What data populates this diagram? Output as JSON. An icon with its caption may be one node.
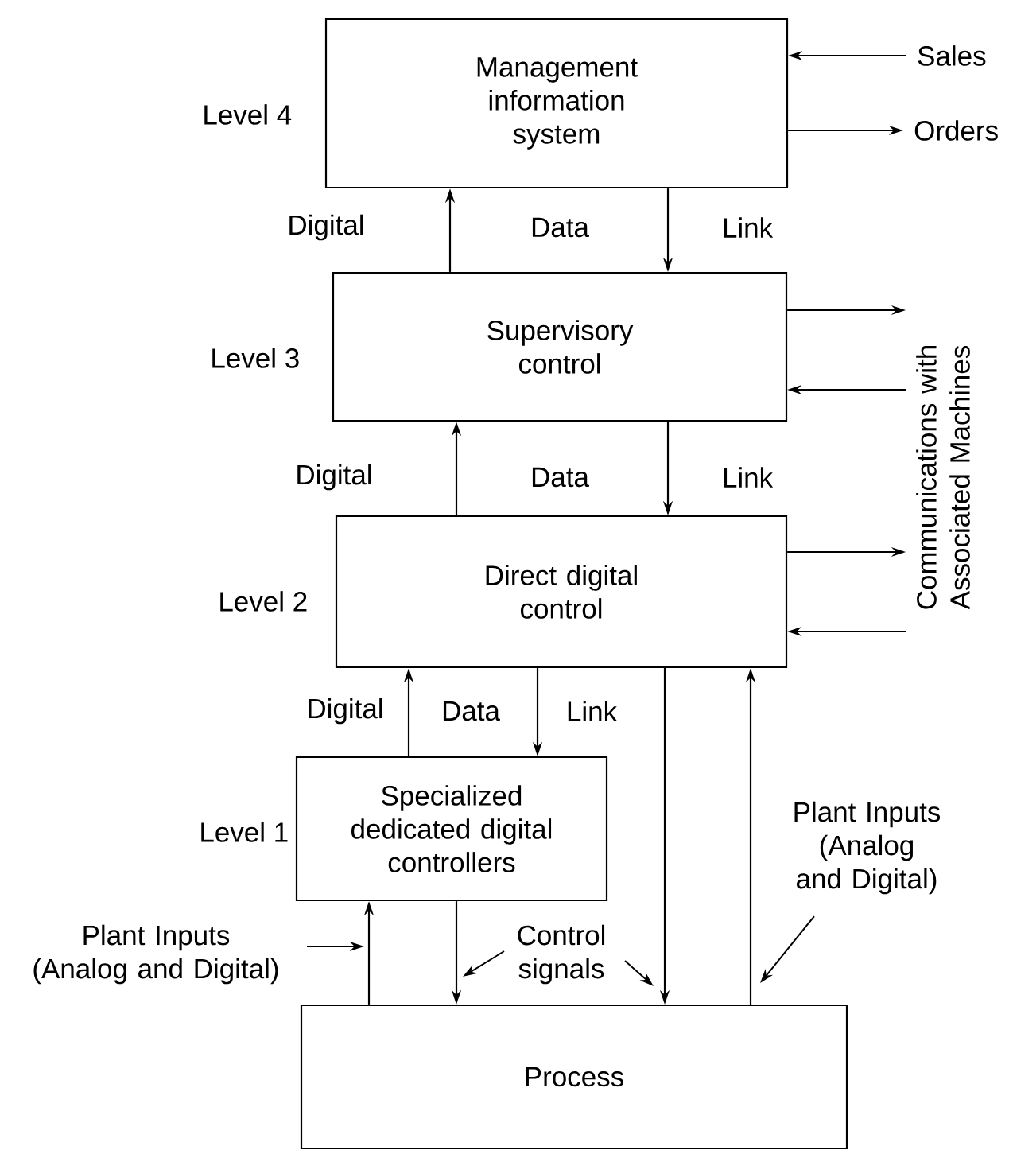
{
  "diagram": {
    "nodes": [
      {
        "text": [
          "Management information system"
        ],
        "beside": [
          "Level 4"
        ]
      },
      {
        "text": [
          "Supervisory control"
        ],
        "beside": [
          "Level 3"
        ]
      },
      {
        "text": [
          "Direct digital control"
        ],
        "beside": [
          "Level 2"
        ]
      },
      {
        "text": [
          "Specialized dedicated digital controllers"
        ],
        "beside": [
          "Level 1"
        ]
      },
      {
        "text": [
          "Process"
        ]
      },
      {
        "text": [
          "Sales"
        ]
      },
      {
        "text": [
          "Orders"
        ]
      },
      {
        "text": [
          "Communications with Associated Machines"
        ]
      },
      {
        "text": [
          "Plant Inputs (Analog and Digital)"
        ]
      },
      {
        "text": [
          "Control signals"
        ]
      },
      {
        "text": [
          "Plant Inputs (Analog and Digital)"
        ]
      }
    ],
    "edges": [
      {
        "from": 1,
        "to": 0,
        "arrow": "to"
      },
      {
        "from": 0,
        "to": 1,
        "arrow": "to"
      },
      {
        "from": 2,
        "to": 1,
        "arrow": "to"
      },
      {
        "from": 1,
        "to": 2,
        "arrow": "to"
      },
      {
        "from": 3,
        "to": 2,
        "arrow": "to"
      },
      {
        "from": 2,
        "to": 3,
        "arrow": "to"
      },
      {
        "from": 4,
        "to": 3,
        "arrow": "to"
      },
      {
        "from": 3,
        "to": 4,
        "arrow": "to"
      },
      {
        "from": 2,
        "to": 4,
        "arrow": "to"
      },
      {
        "from": 4,
        "to": 2,
        "arrow": "to"
      },
      {
        "from": 5,
        "to": 0,
        "arrow": "to"
      },
      {
        "from": 0,
        "to": 6,
        "arrow": "to"
      },
      {
        "from": 1,
        "to": 7,
        "arrow": "to"
      },
      {
        "from": 7,
        "to": 1,
        "arrow": "to"
      },
      {
        "from": 2,
        "to": 7,
        "arrow": "to"
      },
      {
        "from": 7,
        "to": 2,
        "arrow": "to"
      },
      {
        "from": 8,
        "to": null,
        "arrow": "to"
      },
      {
        "from": 9,
        "to": null,
        "arrow": "to"
      },
      {
        "from": 9,
        "to": null,
        "arrow": "to"
      },
      {
        "from": 10,
        "to": null,
        "arrow": "to"
      }
    ],
    "labels": [
      "Digital",
      "Data",
      "Link",
      "Digital",
      "Data",
      "Link",
      "Digital",
      "Data",
      "Link"
    ]
  }
}
